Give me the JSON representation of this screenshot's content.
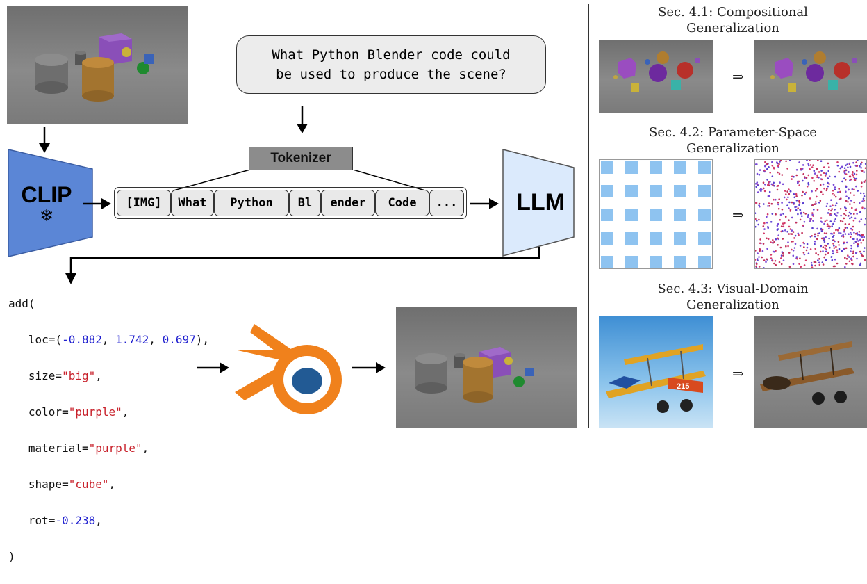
{
  "prompt": {
    "line1": "What Python Blender code could",
    "line2": "be used to produce the scene?"
  },
  "tokenizer_label": "Tokenizer",
  "clip_label": "CLIP",
  "clip_icon": "snowflake-icon",
  "llm_label": "LLM",
  "tokens": [
    "[IMG]",
    "What",
    "Python",
    "Bl",
    "ender",
    "Code",
    "..."
  ],
  "code": {
    "open": "add(",
    "loc_prefix": "   loc=(",
    "loc_v1": "-0.882",
    "loc_v2": "1.742",
    "loc_v3": "0.697",
    "loc_suffix": "),",
    "size_key": "   size=",
    "size_val": "\"big\"",
    "color_key": "   color=",
    "color_val": "\"purple\"",
    "material_key": "   material=",
    "material_val": "\"purple\"",
    "shape_key": "   shape=",
    "shape_val": "\"cube\"",
    "rot_key": "   rot=",
    "rot_val": "-0.238",
    "close": ")"
  },
  "sections": {
    "s1_line1": "Sec. 4.1: Compositional",
    "s1_line2": "Generalization",
    "s2_line1": "Sec. 4.2: Parameter-Space",
    "s2_line2": "Generalization",
    "s3_line1": "Sec. 4.3: Visual-Domain",
    "s3_line2": "Generalization"
  },
  "implies_symbol": "⇒",
  "plane_tail_text": "215",
  "colors": {
    "clip_fill": "#5b86d6",
    "llm_fill": "#dbeafc",
    "tokenizer_fill": "#8c8c8c",
    "blender_orange": "#f0811c",
    "blender_blue": "#225a94",
    "grid_square": "#8ec3f0"
  }
}
